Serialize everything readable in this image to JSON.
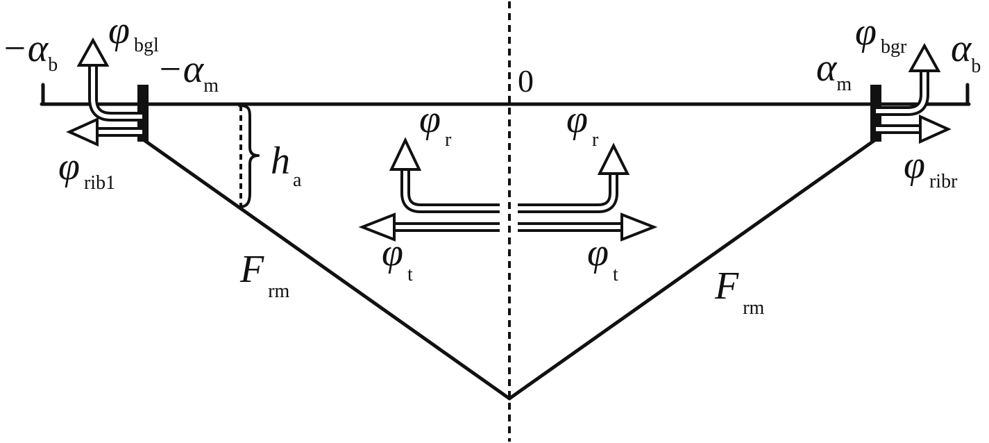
{
  "labels": {
    "neg_alpha_b": {
      "sym": "−α",
      "sub": "b"
    },
    "phi_bgl": {
      "sym": "φ",
      "sub": "bgl"
    },
    "neg_alpha_m": {
      "sym": "−α",
      "sub": "m"
    },
    "zero": "0",
    "alpha_m": {
      "sym": "α",
      "sub": "m"
    },
    "phi_bgr": {
      "sym": "φ",
      "sub": "bgr"
    },
    "alpha_b": {
      "sym": "α",
      "sub": "b"
    },
    "phi_rib_left": {
      "sym": "φ",
      "sub": "rib1"
    },
    "phi_rib_right": {
      "sym": "φ",
      "sub": "ribr"
    },
    "h_a": {
      "sym": "h",
      "sub": "a"
    },
    "phi_r_left": {
      "sym": "φ",
      "sub": "r"
    },
    "phi_r_right": {
      "sym": "φ",
      "sub": "r"
    },
    "phi_t_left": {
      "sym": "φ",
      "sub": "t"
    },
    "phi_t_right": {
      "sym": "φ",
      "sub": "t"
    },
    "F_rm_left": {
      "sym": "F",
      "sub": "rm"
    },
    "F_rm_right": {
      "sym": "F",
      "sub": "rm"
    }
  }
}
